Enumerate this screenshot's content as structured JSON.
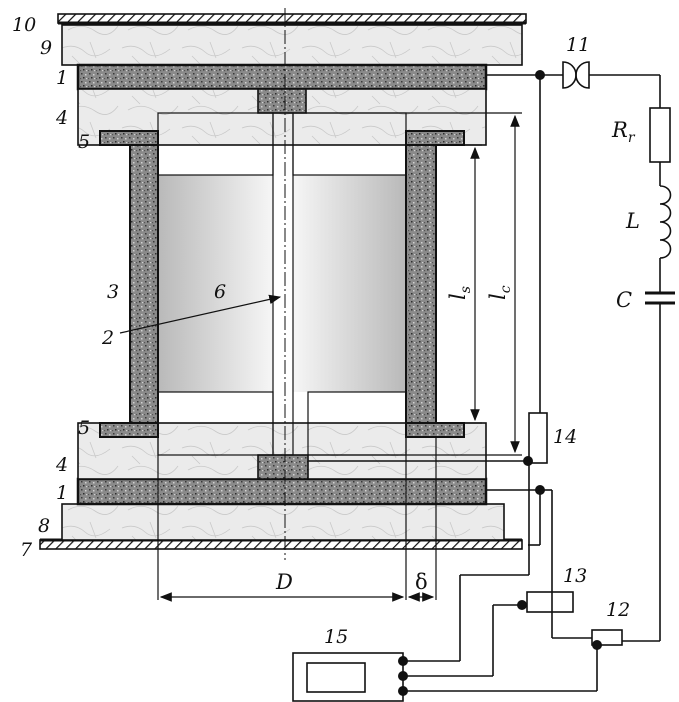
{
  "labels": {
    "n10": "10",
    "n9": "9",
    "n1_top": "1",
    "n4_top": "4",
    "n5_top": "5",
    "n3": "3",
    "n6": "6",
    "n2": "2",
    "n5_bottom": "5",
    "n4_bottom": "4",
    "n1_bottom": "1",
    "n8": "8",
    "n7": "7",
    "n11": "11",
    "n14": "14",
    "n13": "13",
    "n12": "12",
    "n15": "15"
  },
  "symbols": {
    "resistor": "R",
    "resistor_sub": "r",
    "inductor": "L",
    "capacitor": "C",
    "ls": "l",
    "ls_sub": "s",
    "lc": "l",
    "lc_sub": "c",
    "D": "D",
    "delta": "δ"
  },
  "colors": {
    "line": "#111111",
    "granite": "#e9e9e9",
    "composite": "#7a7a7a",
    "chamber_dark": "#b8b8b8",
    "chamber_light": "#f4f4f4"
  }
}
